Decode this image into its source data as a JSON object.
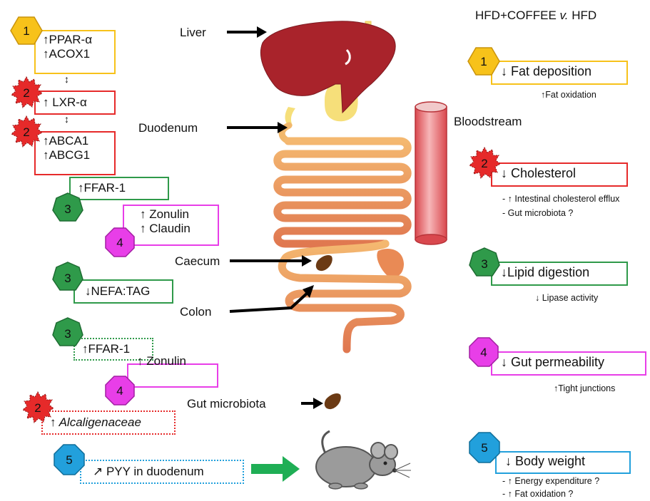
{
  "colors": {
    "gold": "#f7c21a",
    "red": "#e62a2a",
    "green": "#2f9a4a",
    "magenta": "#e83ee8",
    "blue": "#22a0dc"
  },
  "header": "HFD+COFFEE v. HFD",
  "organs": {
    "liver": "Liver",
    "duodenum": "Duodenum",
    "caecum": "Caecum",
    "colon": "Colon",
    "gut_microbiota": "Gut microbiota",
    "bloodstream": "Bloodstream"
  },
  "badges": [
    "1",
    "2",
    "2",
    "3",
    "4",
    "3",
    "3",
    "4",
    "2",
    "5"
  ],
  "left_boxes": {
    "liver_ppar": "↑PPAR-α",
    "liver_acox": "↑ACOX1",
    "liver_lxr": "↑ LXR-α",
    "liver_abca1": "↑ABCA1",
    "liver_abcg1": "↑ABCG1",
    "duo_ffar": "↑FFAR-1",
    "duo_zonulin": "↑ Zonulin",
    "duo_claudin": "↑ Claudin",
    "caecum_nefa": "↓NEFA:TAG",
    "colon_ffar": "↑FFAR-1",
    "colon_zonulin": "↑ Zonulin",
    "micro_alcal": "↑ Alcaligenaceae",
    "pyy": "↗ PYY in duodenum"
  },
  "right_effects": [
    {
      "num": "1",
      "title": "↓ Fat deposition",
      "notes": [
        "↑Fat oxidation"
      ]
    },
    {
      "num": "2",
      "title": "↓ Cholesterol",
      "notes": [
        "- ↑ Intestinal cholesterol efflux",
        "- Gut microbiota ?"
      ]
    },
    {
      "num": "3",
      "title": "↓Lipid digestion",
      "notes": [
        "↓ Lipase activity"
      ]
    },
    {
      "num": "4",
      "title": "↓ Gut permeability",
      "notes": [
        "↑Tight junctions"
      ]
    },
    {
      "num": "5",
      "title": "↓ Body weight",
      "notes": [
        "- ↑ Energy expenditure ?",
        "- ↑ Fat oxidation ?"
      ]
    }
  ],
  "icons": [
    "hexagon-badge-icon",
    "starburst-badge-icon",
    "heptagon-badge-icon",
    "octagon-badge-icon",
    "mouse-icon",
    "microbiota-drop-icon",
    "blood-vessel-icon"
  ]
}
